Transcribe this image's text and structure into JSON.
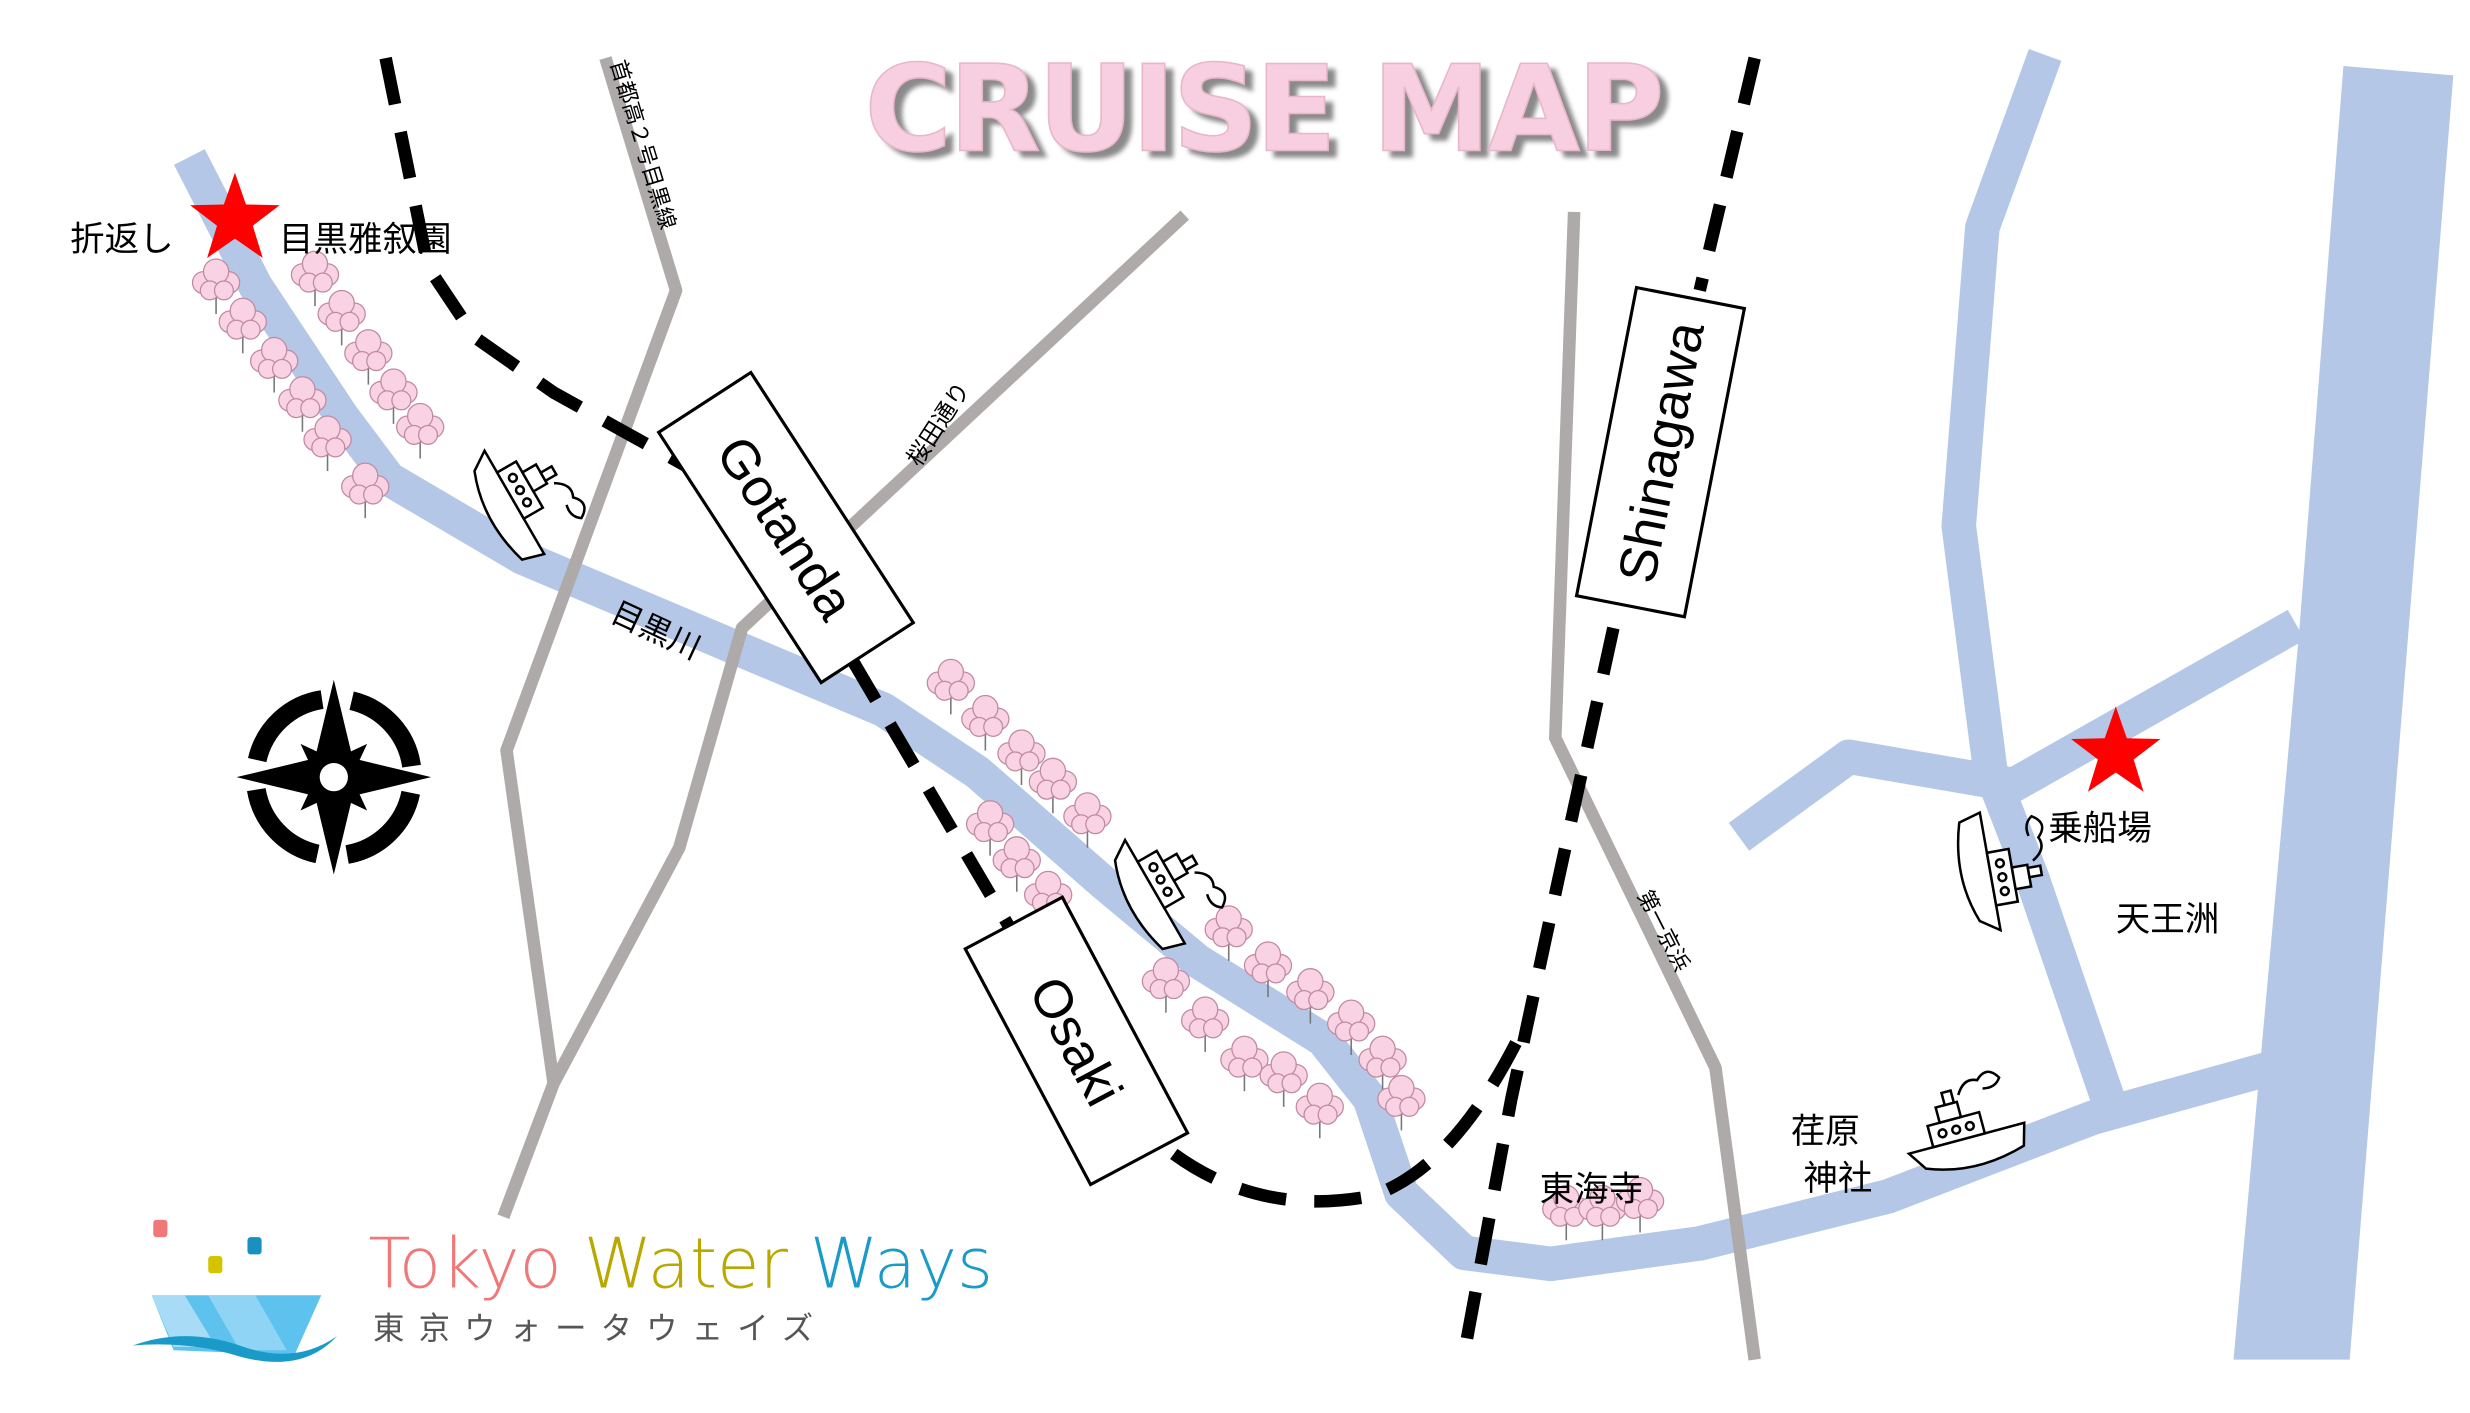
{
  "title": "CRUISE MAP",
  "colors": {
    "river": "#b4c7e7",
    "road": "#aeaaaa",
    "railway": "#000000",
    "star": "#ff0000",
    "sakura": "#f9d3e3",
    "title_fill": "#f7cfe0"
  },
  "labels": {
    "turnaround": "折返し",
    "meguro_gajoen": "目黒雅叙園",
    "shutoko": "首都高２号目黒線",
    "sakurada": "桜田通り",
    "meguro_river": "目黒川",
    "daiichi_keihin": "第一京浜",
    "tokaiji": "東海寺",
    "ebara_1": "荏原",
    "ebara_2": "神社",
    "pier": "乗船場",
    "tennozu": "天王洲"
  },
  "stations": {
    "gotanda": "Gotanda",
    "osaki": "Osaki",
    "shinagawa": "Shinagawa"
  },
  "icons": [
    "star-icon",
    "compass-icon",
    "boat-icon",
    "sakura-tree-icon"
  ],
  "logo": {
    "name_parts": [
      {
        "text": "Tokyo ",
        "color": "#f07878"
      },
      {
        "text": "Water ",
        "color": "#b8a800"
      },
      {
        "text": "Ways",
        "color": "#1a9ac8"
      }
    ],
    "name_jp": "東京ウォータウェイズ"
  }
}
